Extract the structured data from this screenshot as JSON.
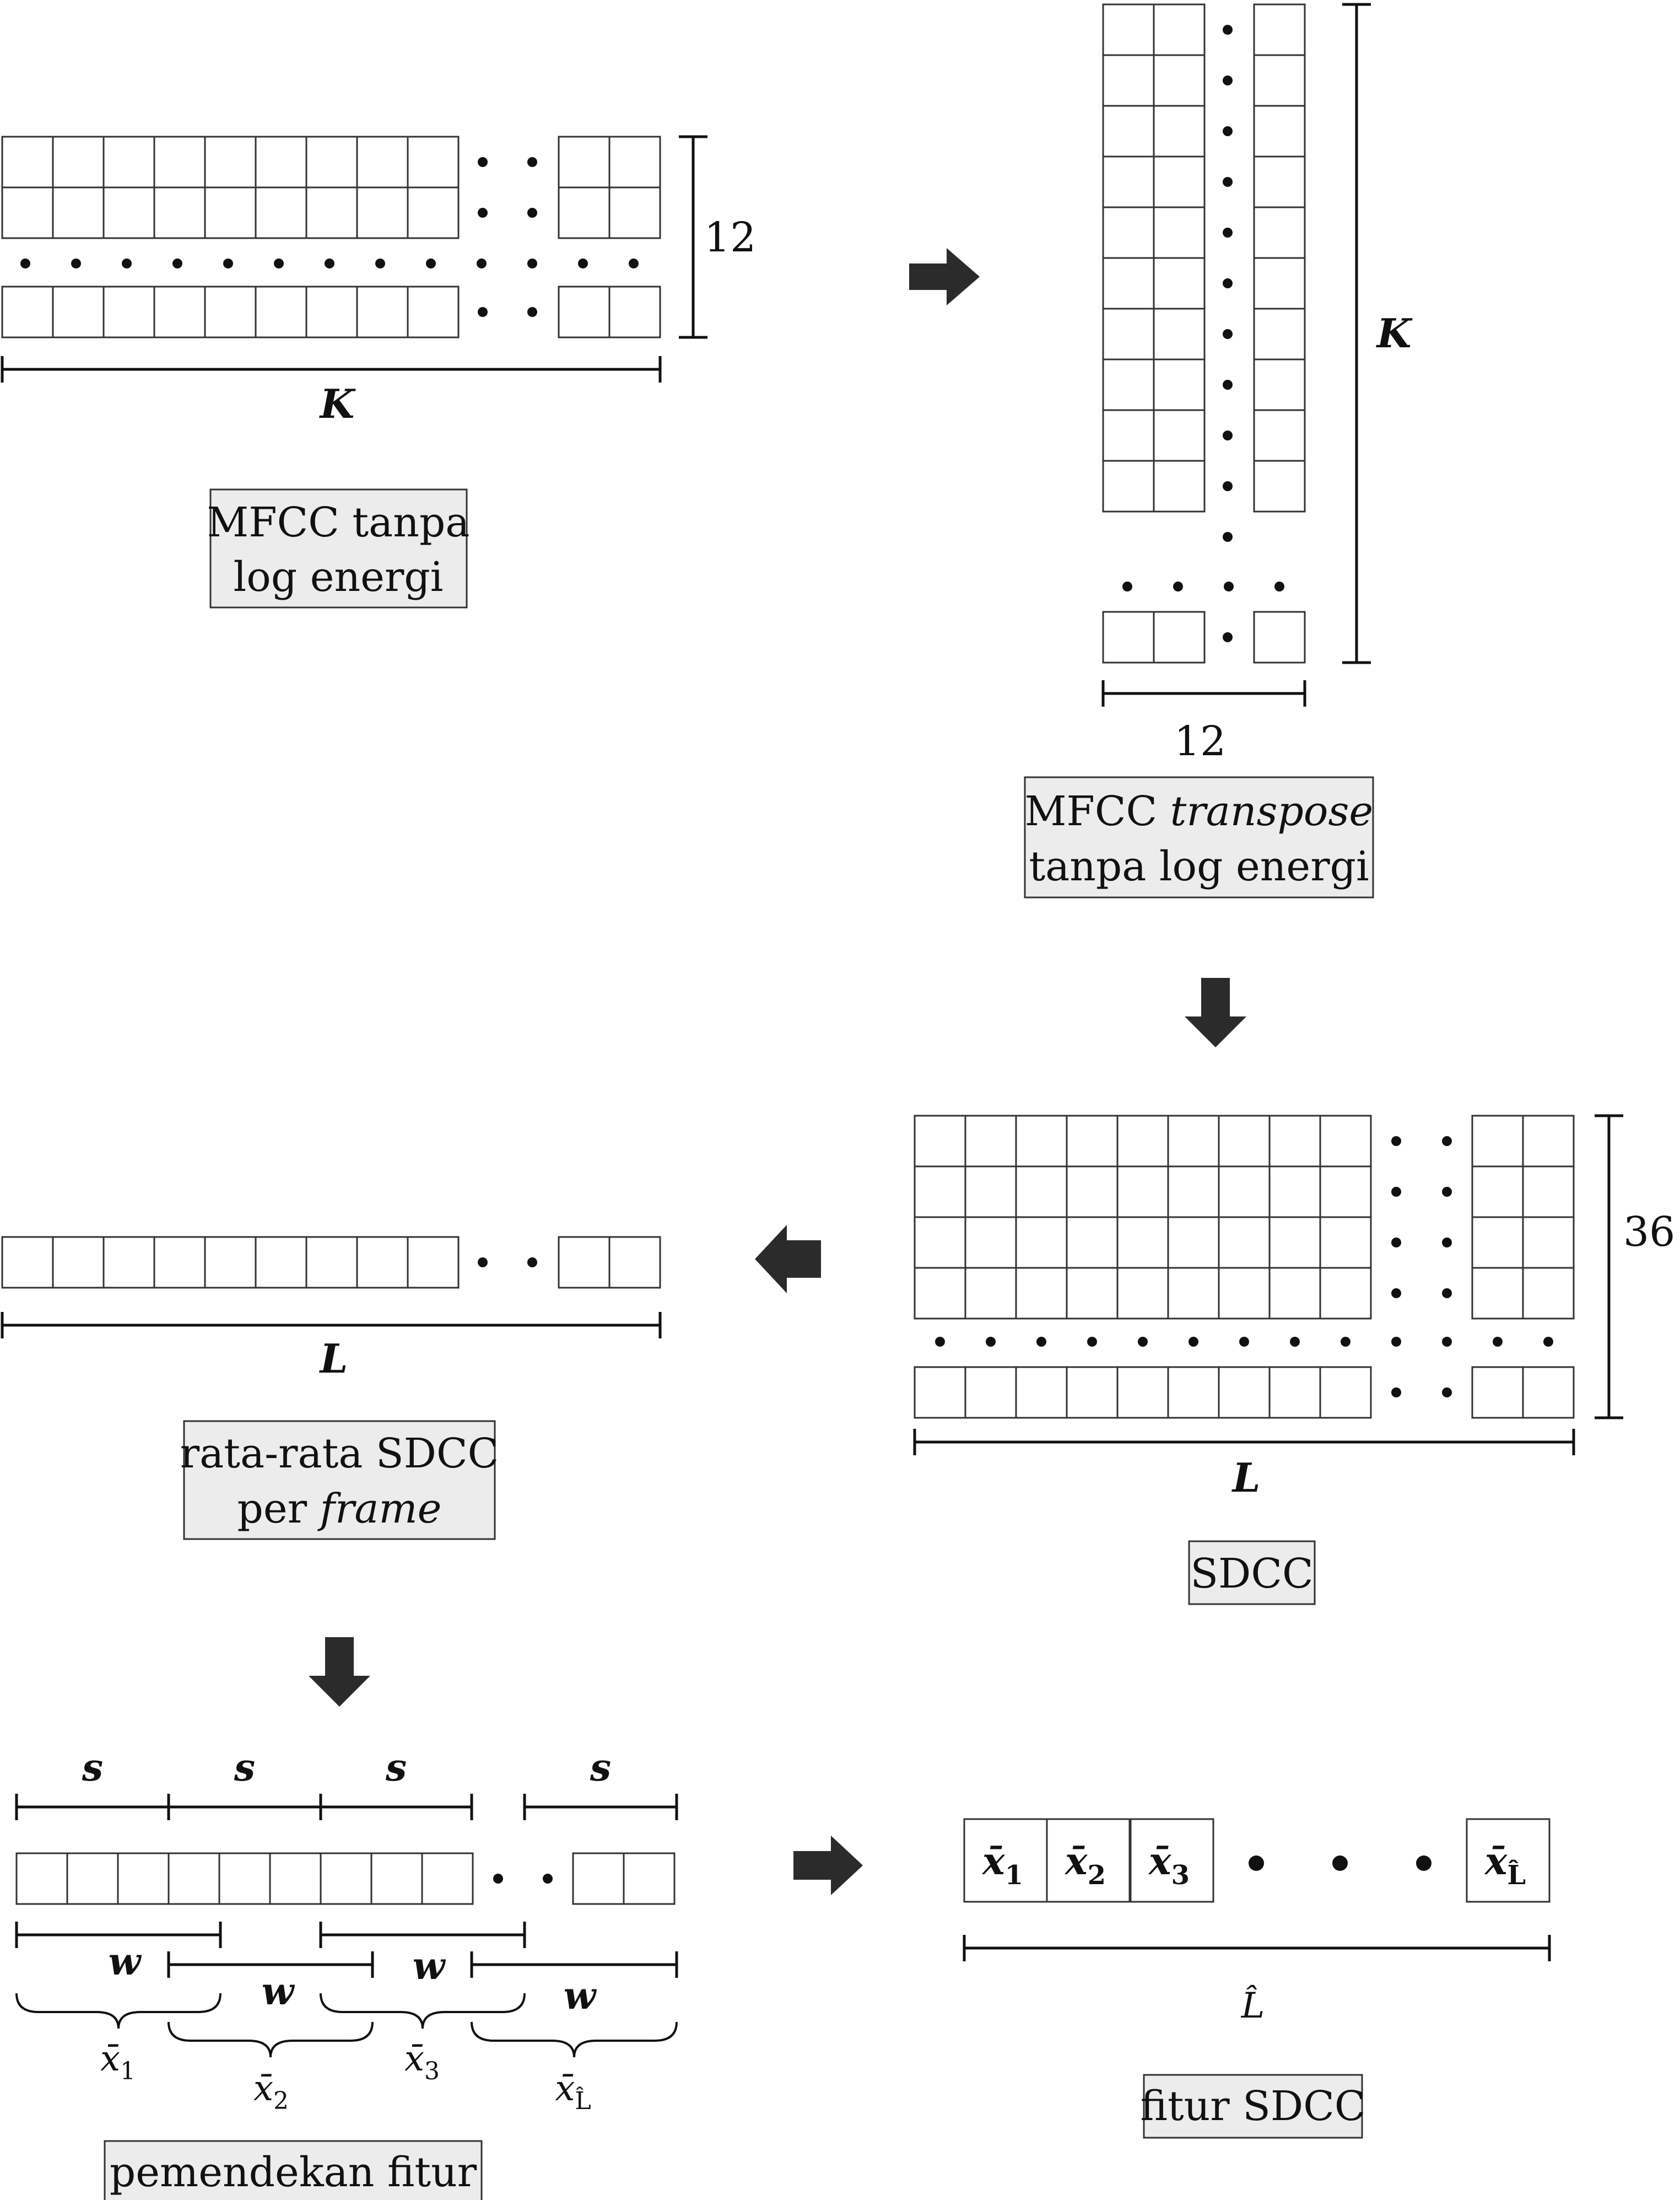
{
  "colors": {
    "cell_fill": "#ffffff",
    "box_fill": "#ececec",
    "ink": "#111111",
    "arrow": "#2b2b2b"
  },
  "mfcc": {
    "label_line1": "MFCC tanpa",
    "label_line2": "log energi",
    "dim_rows": "12",
    "dim_cols": "K"
  },
  "mfcc_transpose": {
    "label_word1": "MFCC ",
    "label_word2_italic": "transpose",
    "label_line2": "tanpa log energi",
    "dim_rows": "K",
    "dim_cols": "12"
  },
  "sdcc": {
    "label": "SDCC",
    "dim_rows": "36",
    "dim_cols": "L"
  },
  "mean_sdcc": {
    "label_line1": "rata-rata SDCC",
    "label_word1": "per ",
    "label_word2_italic": "frame",
    "dim_cols": "L"
  },
  "shortening": {
    "label": "pemendekan fitur",
    "s_label": "s",
    "w_label": "w",
    "x_symbol": "x̄",
    "x_subs": [
      "1",
      "2",
      "3",
      "L̂"
    ]
  },
  "feature": {
    "label": "fitur SDCC",
    "cells": [
      {
        "sym": "x̄",
        "sub": "1"
      },
      {
        "sym": "x̄",
        "sub": "2"
      },
      {
        "sym": "x̄",
        "sub": "3"
      },
      {
        "sym": "x̄",
        "sub": "L̂"
      }
    ],
    "dim": "L̂"
  }
}
